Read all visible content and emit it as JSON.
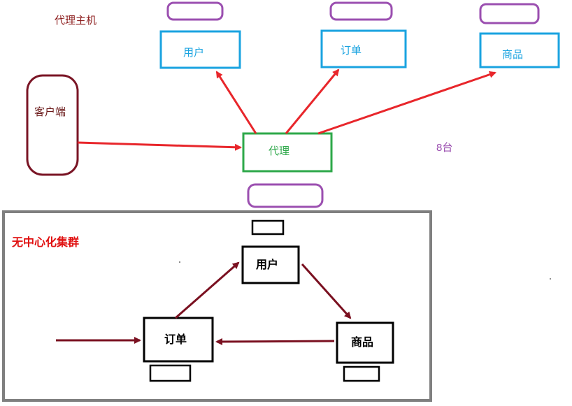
{
  "labels": {
    "proxy_host": "代理主机",
    "client": "客户端",
    "proxy": "代理",
    "proxy_count": "8台",
    "top_services": [
      "用户",
      "订单",
      "商品"
    ],
    "cluster_title": "无中心化集群",
    "cluster_nodes": [
      "用户",
      "订单",
      "商品"
    ]
  },
  "colors": {
    "arrow_red": "#e8262b",
    "arrow_dark": "#7a1020",
    "service_box": "#1aa3e0",
    "proxy_box": "#2ea84a",
    "db_cylinder": "#9b4fb0",
    "client_box": "#7a1525",
    "cluster_border": "#7f7f7f"
  }
}
